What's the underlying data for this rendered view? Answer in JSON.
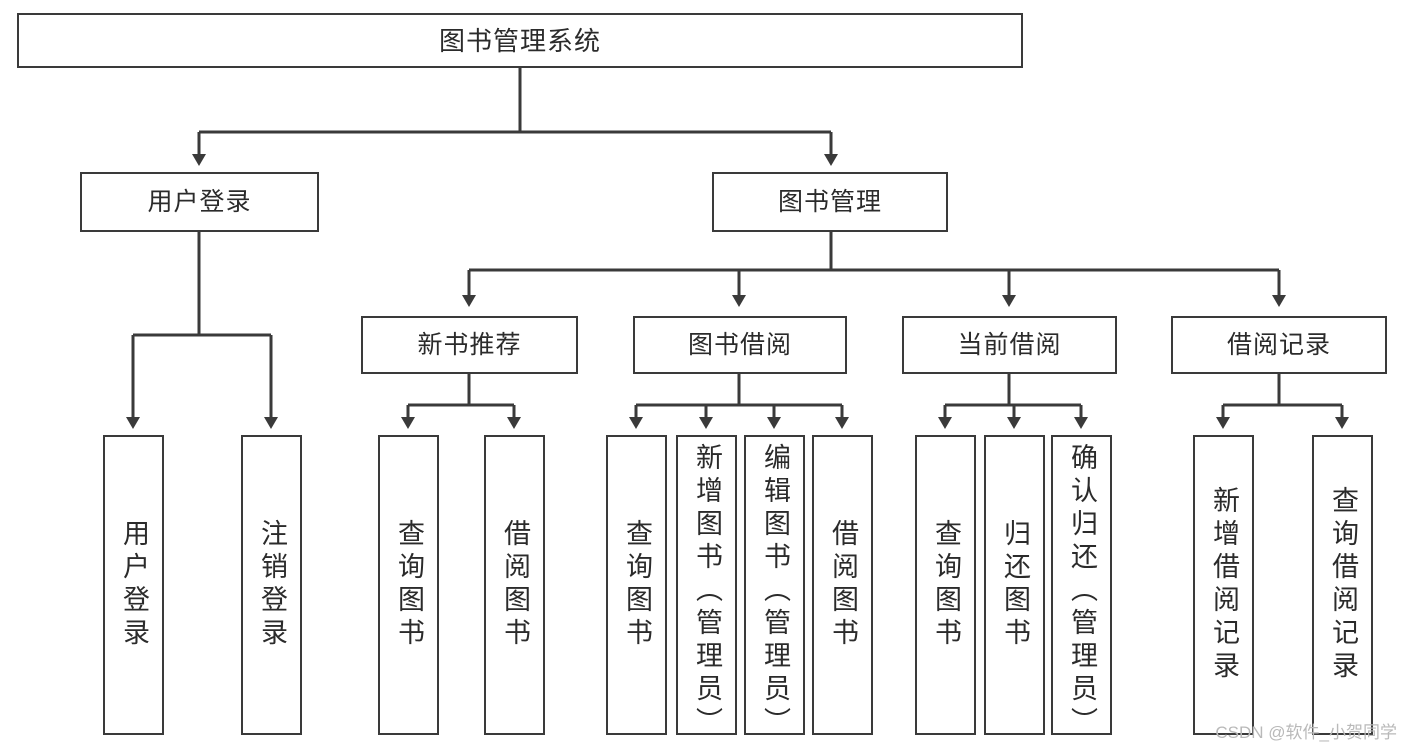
{
  "diagram": {
    "type": "tree",
    "title": "图书管理系统",
    "watermark": "CSDN @软件_小贺同学",
    "colors": {
      "background": "#ffffff",
      "node_border": "#3a3a3a",
      "node_fill": "#ffffff",
      "link": "#3a3a3a",
      "watermark": "#b9b9b9"
    },
    "root": {
      "id": "root",
      "label": "图书管理系统",
      "orientation": "horizontal"
    },
    "level1": [
      {
        "id": "user-login",
        "label": "用户登录",
        "orientation": "horizontal"
      },
      {
        "id": "book-manage",
        "label": "图书管理",
        "orientation": "horizontal"
      }
    ],
    "level2": [
      {
        "id": "new-book-rec",
        "label": "新书推荐",
        "orientation": "horizontal",
        "parent": "book-manage"
      },
      {
        "id": "book-borrow",
        "label": "图书借阅",
        "orientation": "horizontal",
        "parent": "book-manage"
      },
      {
        "id": "current-borrow",
        "label": "当前借阅",
        "orientation": "horizontal",
        "parent": "book-manage"
      },
      {
        "id": "borrow-record",
        "label": "借阅记录",
        "orientation": "horizontal",
        "parent": "book-manage"
      }
    ],
    "leaves": [
      {
        "id": "leaf-user-login",
        "label": "用户登录",
        "parent": "user-login"
      },
      {
        "id": "leaf-logout-login",
        "label": "注销登录",
        "parent": "user-login"
      },
      {
        "id": "leaf-query-book-1",
        "label": "查询图书",
        "parent": "new-book-rec"
      },
      {
        "id": "leaf-borrow-book-1",
        "label": "借阅图书",
        "parent": "new-book-rec"
      },
      {
        "id": "leaf-query-book-2",
        "label": "查询图书",
        "parent": "book-borrow"
      },
      {
        "id": "leaf-add-book",
        "label": "新增图书（管理员）",
        "parent": "book-borrow"
      },
      {
        "id": "leaf-edit-book",
        "label": "编辑图书（管理员）",
        "parent": "book-borrow"
      },
      {
        "id": "leaf-borrow-book-2",
        "label": "借阅图书",
        "parent": "book-borrow"
      },
      {
        "id": "leaf-query-book-3",
        "label": "查询图书",
        "parent": "current-borrow"
      },
      {
        "id": "leaf-return-book",
        "label": "归还图书",
        "parent": "current-borrow"
      },
      {
        "id": "leaf-confirm-return",
        "label": "确认归还（管理员）",
        "parent": "current-borrow"
      },
      {
        "id": "leaf-add-record",
        "label": "新增借阅记录",
        "parent": "borrow-record"
      },
      {
        "id": "leaf-query-record",
        "label": "查询借阅记录",
        "parent": "borrow-record"
      }
    ]
  }
}
